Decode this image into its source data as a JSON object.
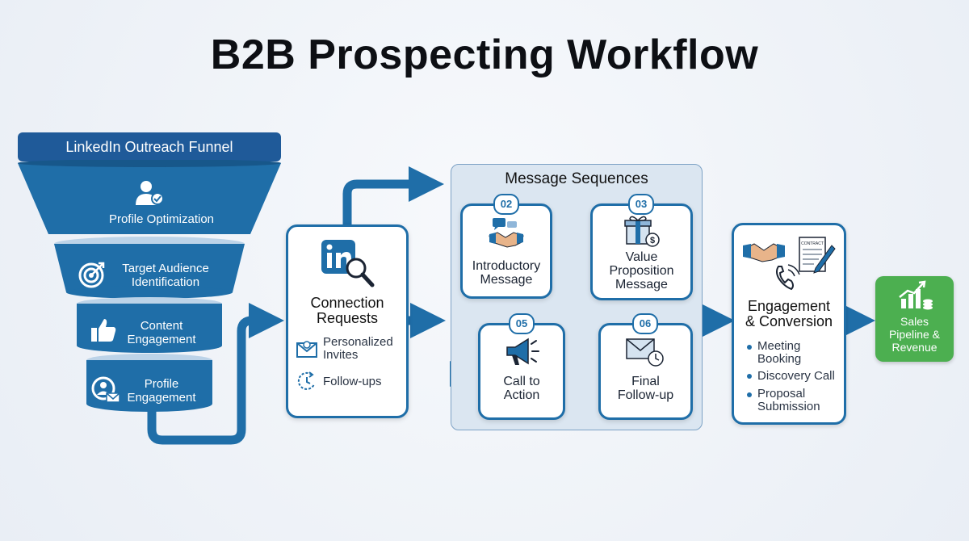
{
  "title": "B2B Prospecting Workflow",
  "funnel": {
    "header": "LinkedIn Outreach Funnel",
    "tiers": [
      {
        "label": "Profile Optimization",
        "icon": "user-check-icon"
      },
      {
        "label": "Target Audience\nIdentification",
        "icon": "target-icon"
      },
      {
        "label": "Content\nEngagement",
        "icon": "thumbs-up-icon"
      },
      {
        "label": "Profile\nEngagement",
        "icon": "profile-mail-icon"
      }
    ]
  },
  "connection": {
    "title": "Connection\nRequests",
    "icon": "linkedin-search-icon",
    "items": [
      {
        "label": "Personalized\nInvites",
        "icon": "envelope-icon"
      },
      {
        "label": "Follow-ups",
        "icon": "clock-refresh-icon"
      }
    ]
  },
  "sequences": {
    "title": "Message Sequences",
    "steps": [
      {
        "badge": "02",
        "label": "Introductory\nMessage",
        "icon": "handshake-chat-icon"
      },
      {
        "badge": "03",
        "label": "Value\nProposition\nMessage",
        "icon": "gift-dollar-icon"
      },
      {
        "badge": "05",
        "label": "Call to\nAction",
        "icon": "megaphone-icon"
      },
      {
        "badge": "06",
        "label": "Final\nFollow-up",
        "icon": "envelope-clock-icon"
      }
    ]
  },
  "engagement": {
    "title": "Engagement\n& Conversion",
    "icon": "handshake-contract-icon",
    "contract_text": "CONTRACT",
    "items": [
      "Meeting\nBooking",
      "Discovery Call",
      "Proposal\nSubmission"
    ]
  },
  "sales": {
    "label": "Sales\nPipeline &\nRevenue",
    "icon": "growth-chart-icon"
  },
  "colors": {
    "primary": "#1f6ea8",
    "dark": "#1f5a99",
    "green": "#4caf50",
    "panel": "#dbe6f1"
  }
}
